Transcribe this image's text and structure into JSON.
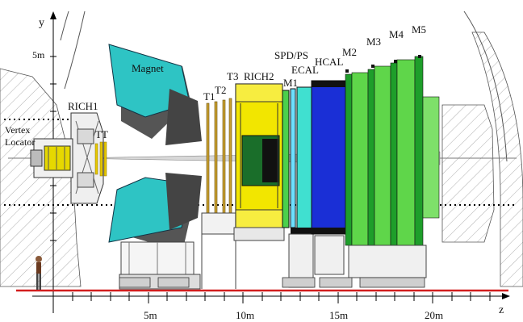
{
  "axes": {
    "y_axis_label": "y",
    "z_axis_label": "z",
    "y_tick_label": "5m",
    "z_tick_labels": [
      "5m",
      "10m",
      "15m",
      "20m"
    ]
  },
  "components": {
    "vertex_locator": "Vertex\nLocator",
    "rich1": "RICH1",
    "tt": "TT",
    "magnet": "Magnet",
    "t1": "T1",
    "t2": "T2",
    "t3": "T3",
    "rich2": "RICH2",
    "m1": "M1",
    "spd_ps": "SPD/PS",
    "ecal": "ECAL",
    "hcal": "HCAL",
    "m2": "M2",
    "m3": "M3",
    "m4": "M4",
    "m5": "M5"
  },
  "colors": {
    "magnet": "#2ec4c4",
    "vertex_locator": "#e6d800",
    "tracker": "#c8a030",
    "rich2": "#f2e600",
    "ecal": "#40e0d0",
    "hcal": "#1a2fd6",
    "muon_light": "#5fd64a",
    "muon_dark": "#1e9e2a",
    "ground": "#d21e1e"
  }
}
